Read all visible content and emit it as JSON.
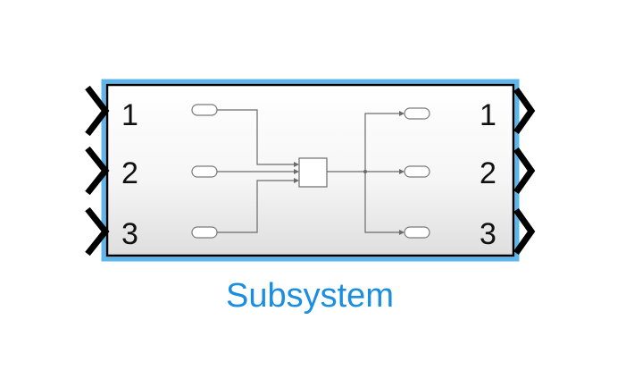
{
  "block": {
    "name": "Subsystem",
    "inports": [
      "1",
      "2",
      "3"
    ],
    "outports": [
      "1",
      "2",
      "3"
    ],
    "selection_color": "#5eb6ee",
    "label_color": "#1a8ee0"
  },
  "icons": {
    "input_port": "chevron-right-icon",
    "output_port": "chevron-right-icon",
    "thumbnail": "subsystem-contents-icon"
  }
}
